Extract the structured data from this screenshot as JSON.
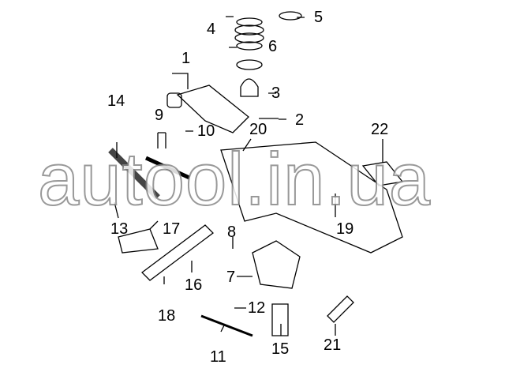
{
  "labels": {
    "l1": "1",
    "l2": "2",
    "l3": "3",
    "l4": "4",
    "l5": "5",
    "l6": "6",
    "l7": "7",
    "l8": "8",
    "l9": "9",
    "l10": "10",
    "l11": "11",
    "l12": "12",
    "l13": "13",
    "l14": "14",
    "l15": "15",
    "l16": "16",
    "l17": "17",
    "l18": "18",
    "l19": "19",
    "l20": "20",
    "l21": "21",
    "l22": "22"
  },
  "watermark": "autool.in.ua"
}
